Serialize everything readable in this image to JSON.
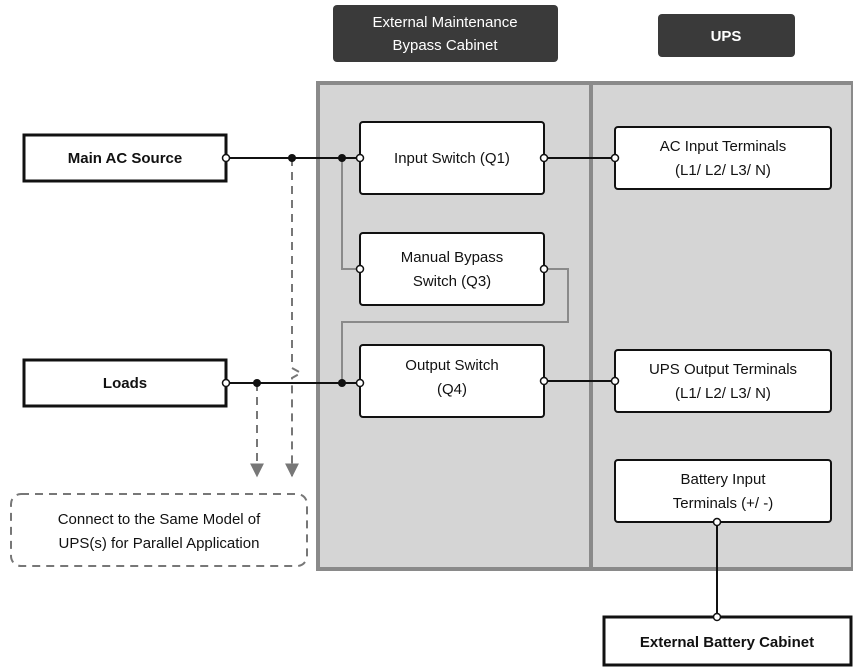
{
  "headers": {
    "cabinet": [
      "External Maintenance",
      "Bypass Cabinet"
    ],
    "ups": "UPS"
  },
  "left": {
    "source": "Main AC Source",
    "loads": "Loads",
    "parallel_note": [
      "Connect to the Same Model of",
      "UPS(s) for Parallel Application"
    ]
  },
  "cabinet": {
    "input_switch": [
      "Input Switch (Q1)"
    ],
    "bypass_switch": [
      "Manual Bypass",
      "Switch (Q3)"
    ],
    "output_switch": [
      "Output Switch",
      "(Q4)"
    ]
  },
  "ups": {
    "ac_input": [
      "AC Input Terminals",
      "(L1/ L2/ L3/ N)"
    ],
    "output": [
      "UPS Output Terminals",
      "(L1/ L2/ L3/ N)"
    ],
    "battery": [
      "Battery Input",
      "Terminals (+/ -)"
    ]
  },
  "battery_cabinet": "External Battery Cabinet",
  "colors": {
    "header_bg": "#3a3a3a",
    "panel_bg": "#d5d5d5",
    "panel_border": "#8a8a8a",
    "wire": "#111111",
    "bypass_wire": "#8a8a8a",
    "dashed": "#777777"
  }
}
